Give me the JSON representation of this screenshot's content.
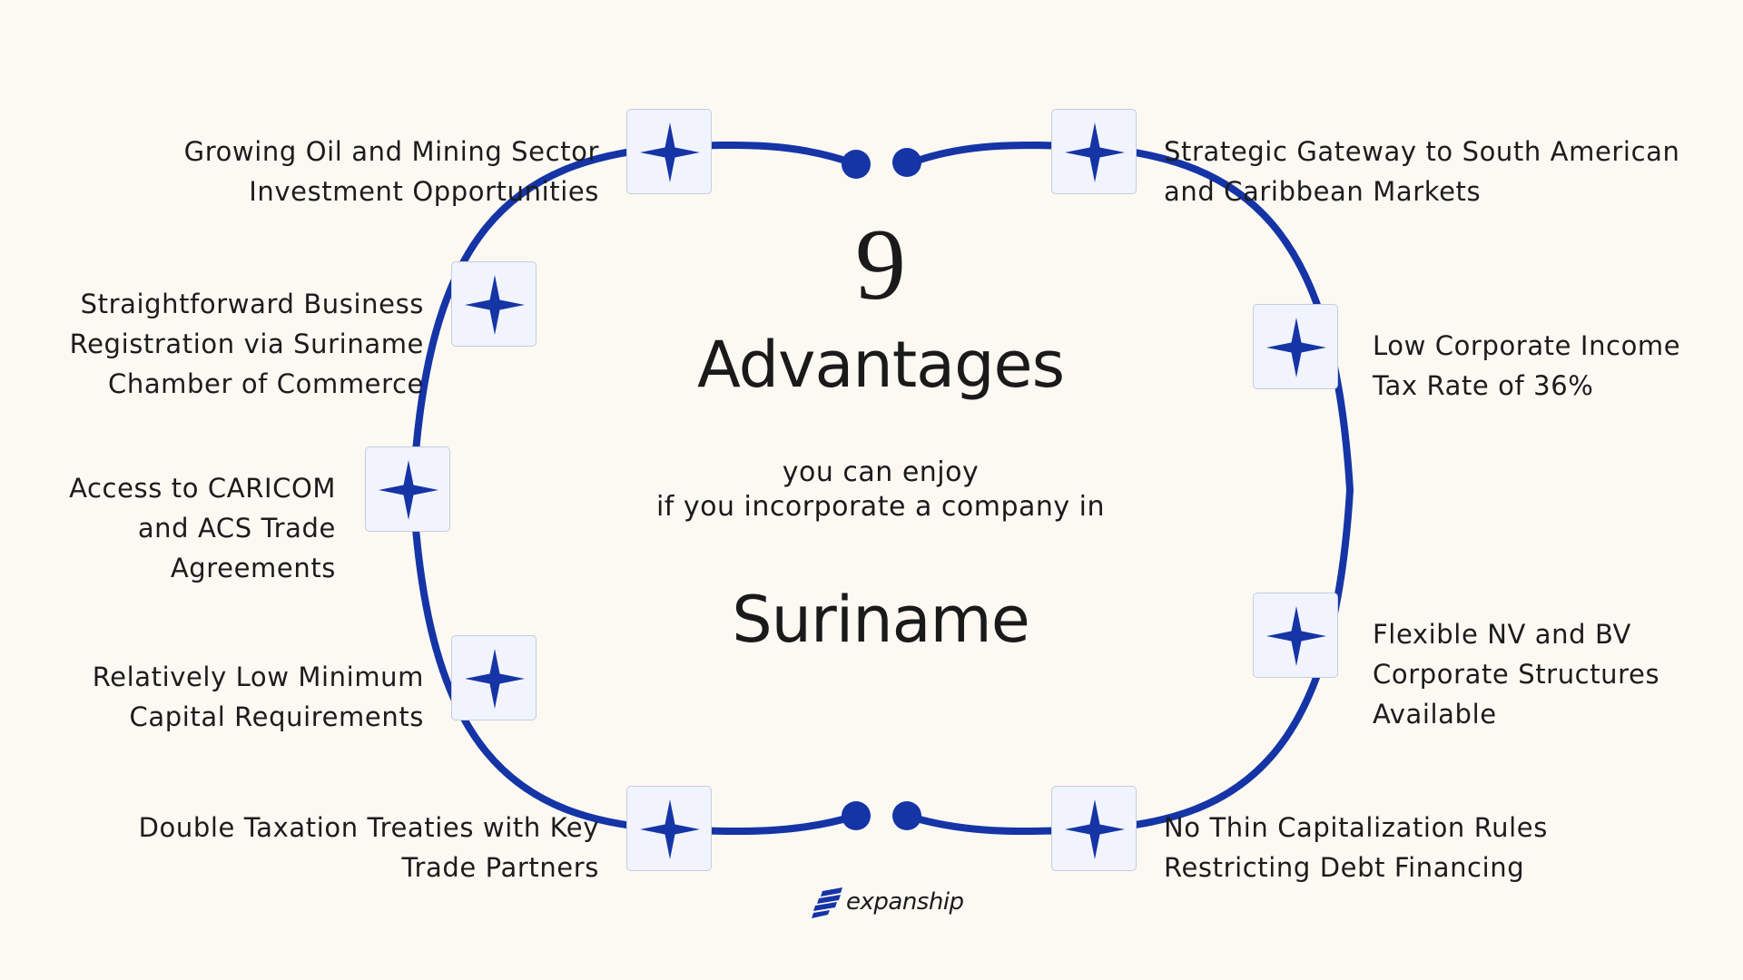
{
  "diagram": {
    "count": "9",
    "heading": "Advantages",
    "subtitle_line1": "you can enjoy",
    "subtitle_line2": "if you incorporate a company in",
    "country": "Suriname",
    "colors": {
      "background": "#fcf9f3",
      "ring": "#1534a6",
      "star": "#1534a6",
      "icon_box": "#f1f4fd",
      "text": "#1c1c1c"
    },
    "icon": "four-point-star-icon",
    "advantages": [
      {
        "lines": [
          "Growing Oil and Mining Sector",
          "Investment Opportunities"
        ]
      },
      {
        "lines": [
          "Straightforward Business",
          "Registration via Suriname",
          "Chamber of Commerce"
        ]
      },
      {
        "lines": [
          "Access to CARICOM",
          "and ACS Trade",
          "Agreements"
        ]
      },
      {
        "lines": [
          "Relatively Low Minimum",
          "Capital Requirements"
        ]
      },
      {
        "lines": [
          "Double Taxation Treaties with Key",
          "Trade Partners"
        ]
      },
      {
        "lines": [
          "Strategic Gateway to South American",
          "and Caribbean Markets"
        ]
      },
      {
        "lines": [
          "Low Corporate Income",
          "Tax Rate of 36%"
        ]
      },
      {
        "lines": [
          "Flexible NV and BV",
          "Corporate Structures",
          "Available"
        ]
      },
      {
        "lines": [
          "No Thin Capitalization Rules",
          "Restricting Debt Financing"
        ]
      }
    ]
  },
  "brand": {
    "name": "expanship",
    "icon": "expanship-logo-icon"
  }
}
